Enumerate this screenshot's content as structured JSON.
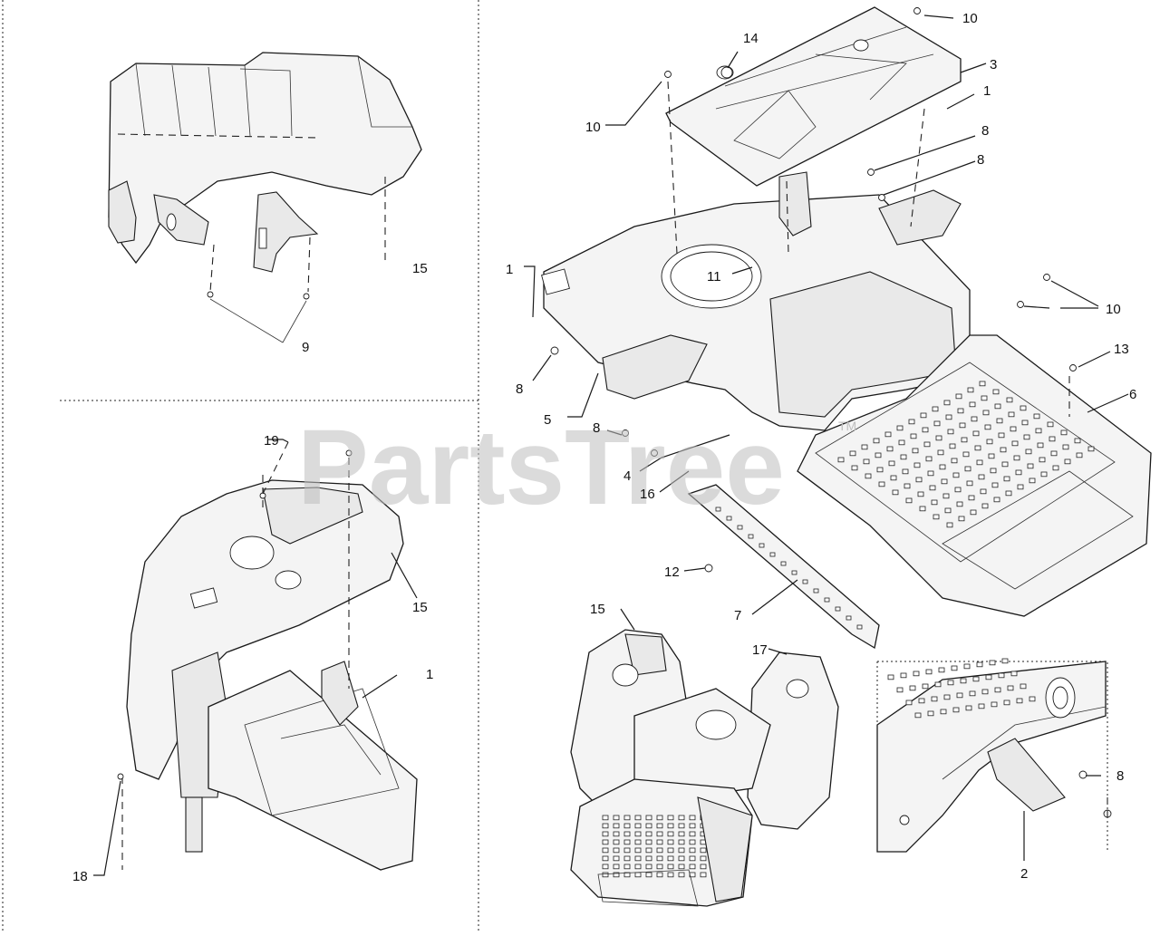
{
  "watermark": {
    "text": "PartsTree",
    "trademark": "TM"
  },
  "callouts": [
    {
      "id": "c-15-top",
      "label": "15"
    },
    {
      "id": "c-9",
      "label": "9"
    },
    {
      "id": "c-19",
      "label": "19"
    },
    {
      "id": "c-15-mid",
      "label": "15"
    },
    {
      "id": "c-1-left",
      "label": "1"
    },
    {
      "id": "c-18",
      "label": "18"
    },
    {
      "id": "c-14",
      "label": "14"
    },
    {
      "id": "c-10-a",
      "label": "10"
    },
    {
      "id": "c-3",
      "label": "3"
    },
    {
      "id": "c-1-b",
      "label": "1"
    },
    {
      "id": "c-10-b",
      "label": "10"
    },
    {
      "id": "c-8-a",
      "label": "8"
    },
    {
      "id": "c-8-b",
      "label": "8"
    },
    {
      "id": "c-1-c",
      "label": "1"
    },
    {
      "id": "c-11",
      "label": "11"
    },
    {
      "id": "c-10-c",
      "label": "10"
    },
    {
      "id": "c-13",
      "label": "13"
    },
    {
      "id": "c-8-c",
      "label": "8"
    },
    {
      "id": "c-6",
      "label": "6"
    },
    {
      "id": "c-5",
      "label": "5"
    },
    {
      "id": "c-8-d",
      "label": "8"
    },
    {
      "id": "c-4",
      "label": "4"
    },
    {
      "id": "c-16",
      "label": "16"
    },
    {
      "id": "c-12",
      "label": "12"
    },
    {
      "id": "c-7",
      "label": "7"
    },
    {
      "id": "c-15-bot",
      "label": "15"
    },
    {
      "id": "c-17",
      "label": "17"
    },
    {
      "id": "c-8-e",
      "label": "8"
    },
    {
      "id": "c-2",
      "label": "2"
    }
  ]
}
